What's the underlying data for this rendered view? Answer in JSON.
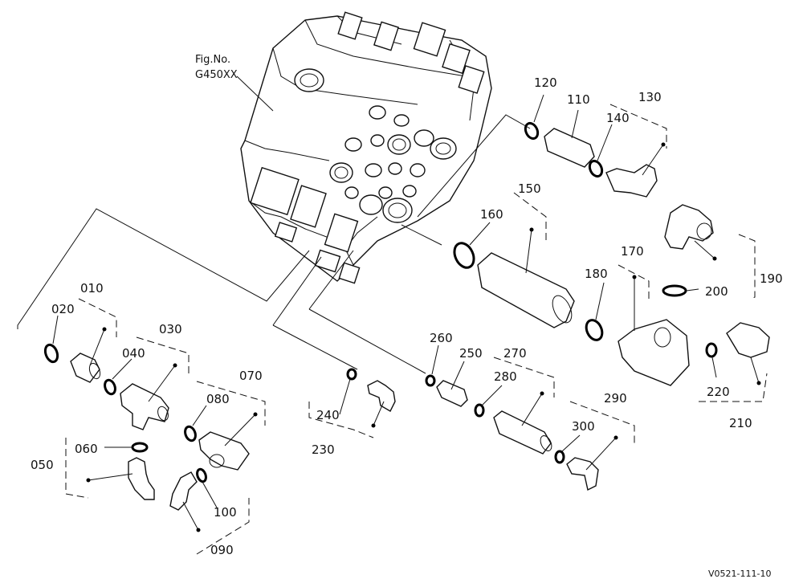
{
  "figure": {
    "label_line1": "Fig.No.",
    "label_line2": "G450XX",
    "code": "V0521-111-10"
  },
  "parts": {
    "p010": "010",
    "p020": "020",
    "p030": "030",
    "p040": "040",
    "p050": "050",
    "p060": "060",
    "p070": "070",
    "p080": "080",
    "p090": "090",
    "p100": "100",
    "p110": "110",
    "p120": "120",
    "p130": "130",
    "p140": "140",
    "p150": "150",
    "p160": "160",
    "p170": "170",
    "p180": "180",
    "p190": "190",
    "p200": "200",
    "p210": "210",
    "p220": "220",
    "p230": "230",
    "p240": "240",
    "p250": "250",
    "p260": "260",
    "p270": "270",
    "p280": "280",
    "p290": "290",
    "p300": "300"
  }
}
